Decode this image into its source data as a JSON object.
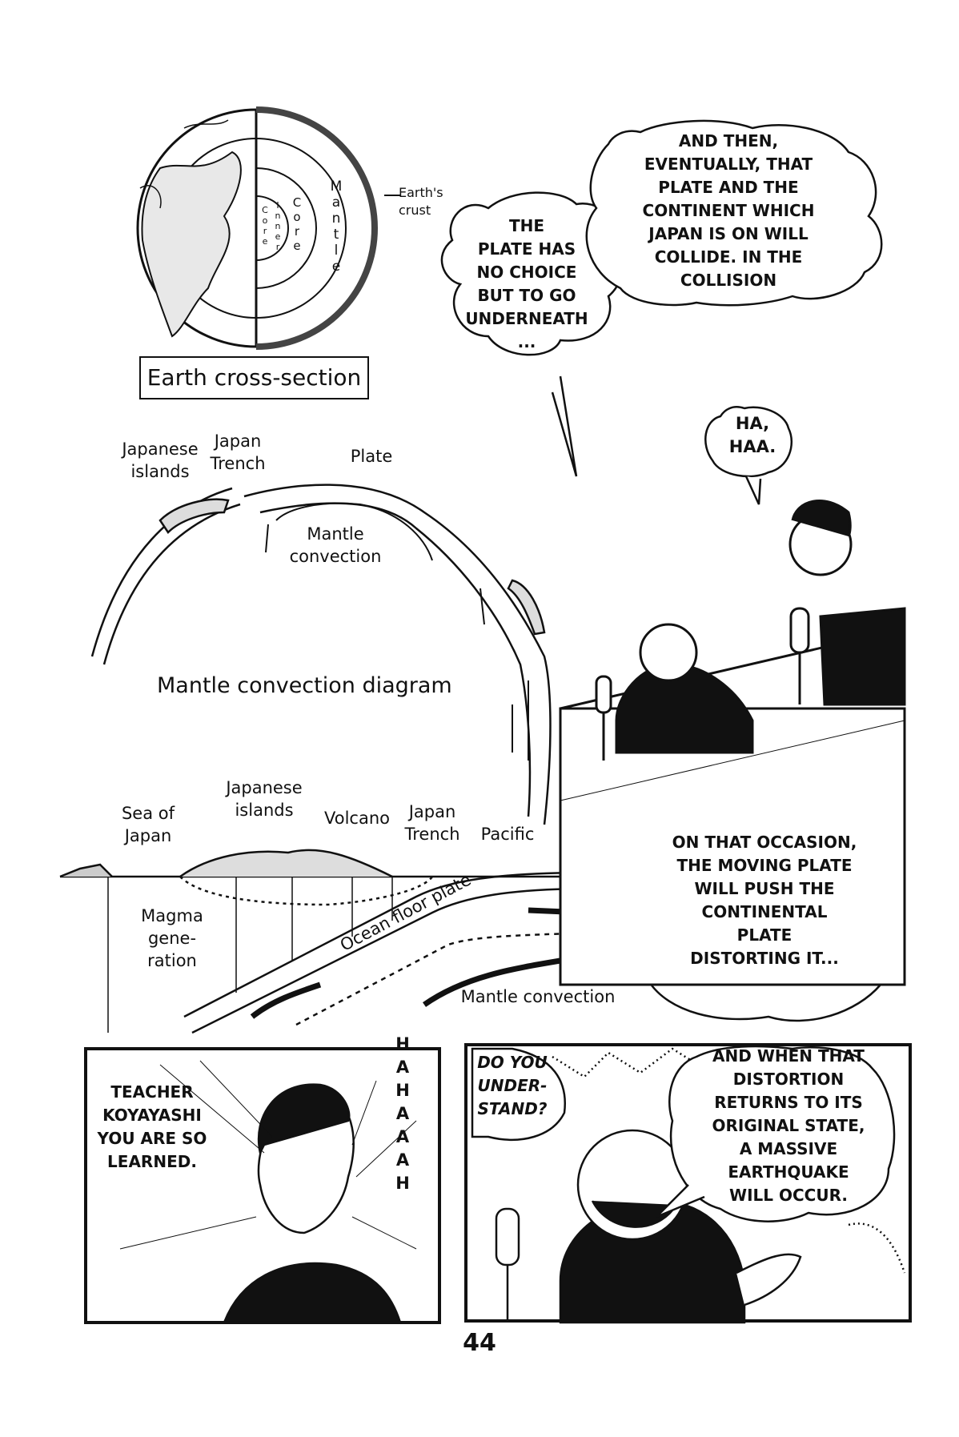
{
  "earth": {
    "crust_label": "Earth's\ncrust",
    "mantle_label": "M\na\nn\nt\nl\ne",
    "core_label": "C\no\nr\ne",
    "inner_label": "I\nn\nn\ne\nr",
    "inner_core_label": "C\no\nr\ne",
    "caption": "Earth cross-section"
  },
  "convection": {
    "japanese_islands": "Japanese\nislands",
    "japan_trench": "Japan\nTrench",
    "plate": "Plate",
    "mantle_convection": "Mantle\nconvection",
    "title": "Mantle convection diagram"
  },
  "cross_section": {
    "sea_of_japan": "Sea of\nJapan",
    "japanese_islands": "Japanese\nislands",
    "volcano": "Volcano",
    "japan_trench": "Japan\nTrench",
    "pacific": "Pacific",
    "magma": "Magma\ngene-\nration",
    "ocean_floor_plate": "Ocean floor plate",
    "mantle_convection": "Mantle convection"
  },
  "bubbles": {
    "plate_underneath": "The\nplate has\nno choice\nbut to go\nunderneath\n...",
    "and_then": "And then,\neventually, that\nplate and the\ncontinent which\nJapan is on will\ncollide. In the\ncollision",
    "ha_haa": "Ha,\nhaa.",
    "on_that_occasion": "On that occasion,\nthe moving plate\nwill push the\ncontinental\nplate\ndistorting it...",
    "teacher": "Teacher\nKoyayashi\nyou are so\nlearned.",
    "hahaaaah": "H\nA\nH\nA\nA\nA\nH",
    "do_you_understand": "Do you\nunder-\nstand?",
    "and_when": "And when that\ndistortion\nreturns to its\noriginal state,\na massive\nearthquake\nwill occur."
  },
  "page_number": "44"
}
